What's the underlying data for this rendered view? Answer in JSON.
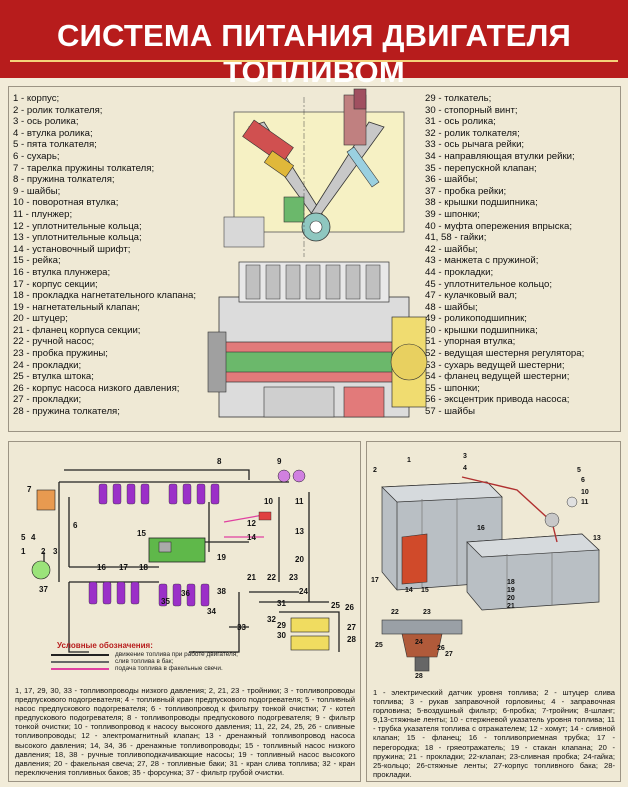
{
  "header": {
    "title": "СИСТЕМА ПИТАНИЯ ДВИГАТЕЛЯ ТОПЛИВОМ"
  },
  "legend_left": [
    "1 - корпус;",
    "2 - ролик толкателя;",
    "3 - ось ролика;",
    "4 - втулка ролика;",
    "5 - пята толкателя;",
    "6 - сухарь;",
    "7 - тарелка пружины толкателя;",
    "8 - пружина толкателя;",
    "9 - шайбы;",
    "10 - поворотная втулка;",
    "11 - плунжер;",
    "12 - уплотнительные кольца;",
    "13 - уплотнительные кольца;",
    "14 - установочный шрифт;",
    "15 - рейка;",
    "16 - втулка плунжера;",
    "17 - корпус секции;",
    "18 - прокладка нагнетательного клапана;",
    "19 - нагнетательный клапан;",
    "20 - штуцер;",
    "21 - фланец корпуса секции;",
    "22 - ручной насос;",
    "23 - пробка пружины;",
    "24 - прокладки;",
    "25 - втулка штока;",
    "26 - корпус насоса низкого давления;",
    "27 - прокладки;",
    "28 - пружина толкателя;"
  ],
  "legend_right": [
    "29 - толкатель;",
    "30 - стопорный винт;",
    "31 - ось ролика;",
    "32 - ролик толкателя;",
    "33 - ось рычага рейки;",
    "34 - направляющая втулки рейки;",
    "35 - перепускной клапан;",
    "36 - шайбы;",
    "37 - пробка рейки;",
    "38 - крышки подшипника;",
    "39 - шпонки;",
    "40 - муфта опережения впрыска;",
    "41, 58 - гайки;",
    "42 - шайбы;",
    "43 - манжета с пружиной;",
    "44 - прокладки;",
    "45 - уплотнительное кольцо;",
    "47 - кулачковый вал;",
    "48 - шайбы;",
    "49 - роликоподшипник;",
    "50 - крышки подшипника;",
    "51 - упорная втулка;",
    "52 - ведущая шестерня регулятора;",
    "53 - сухарь ведущей шестерни;",
    "54 - фланец ведущей шестерни;",
    "55 - шпонки;",
    "56 - эксцентрик привода насоса;",
    "57 - шайбы"
  ],
  "scheme": {
    "numbers": [
      "1",
      "2",
      "3",
      "4",
      "5",
      "6",
      "7",
      "8",
      "9",
      "10",
      "11",
      "12",
      "13",
      "14",
      "15",
      "16",
      "17",
      "18",
      "19",
      "20",
      "21",
      "22",
      "23",
      "24",
      "25",
      "26",
      "27",
      "28",
      "29",
      "30",
      "31",
      "32",
      "33",
      "34",
      "35",
      "36",
      "37",
      "38"
    ],
    "legend_title": "Условные обозначения:",
    "legend_items": [
      "движение топлива при работе двигателя;",
      "слив топлива в бак;",
      "подача топлива в факельные свечи."
    ],
    "caption": "1, 17, 29, 30, 33 - топливопроводы низкого давления; 2, 21, 23 - тройники; 3 - топливопроводы предпускового подогревателя; 4 - топливный кран предпускового подогревателя; 5 - топливный насос предпускового подогревателя; 6 - топливопровод к фильтру тонкой очистки; 7 - котел предпускового подогревателя; 8 - топливопроводы предпускового подогревателя; 9 - фильтр тонкой очистки; 10 - топливопровод к насосу высокого давления; 11, 22, 24, 25, 26 - сливные топливопроводы; 12 - электромагнитный клапан; 13 - дренажный топливопровод насоса высокого давления; 14, 34, 36 - дренажные топливопроводы; 15 - топливный насос низкого давления; 18, 38 - ручные топливоподкачивающие насосы; 19 - топливный насос высокого давления; 20 - факельная свеча; 27, 28 - топливные баки; 31 - кран слива топлива; 32 - кран переключения топливных баков; 35 - форсунка; 37 - фильтр грубой очистки."
  },
  "tank": {
    "numbers": [
      "1",
      "2",
      "3",
      "4",
      "5",
      "6",
      "10",
      "11",
      "13",
      "14",
      "15",
      "16",
      "17",
      "18",
      "19",
      "20",
      "21",
      "22",
      "23",
      "24",
      "25",
      "26",
      "27",
      "28"
    ],
    "caption": "1 - электрический датчик уровня топлива; 2 - штуцер слива топлива; 3 - рукав заправочной горловины; 4 - заправочная горловина; 5-воздушный фильтр; 6-пробка; 7-тройник; 8-шланг; 9,13-стяжные ленты; 10 - стержневой указатель уровня топлива; 11 - трубка указателя топлива с отражателем; 12 - хомут; 14 - сливной клапан; 15 - фланец; 16 - топливоприемная трубка; 17 - перегородка; 18 - гряеотражатель; 19 - стакан клапана; 20 - пружина; 21 - прокладки; 22-клапан; 23-сливная пробка; 24-гайка; 25-кольцо; 26-стяжные ленты; 27-корпус топливного бака; 28-прокладки."
  },
  "colors": {
    "header": "#b71c1c",
    "accent": "#f5d27a",
    "panel": "#efe9d5",
    "purple": "#9b30c8",
    "pink": "#e040a0"
  }
}
